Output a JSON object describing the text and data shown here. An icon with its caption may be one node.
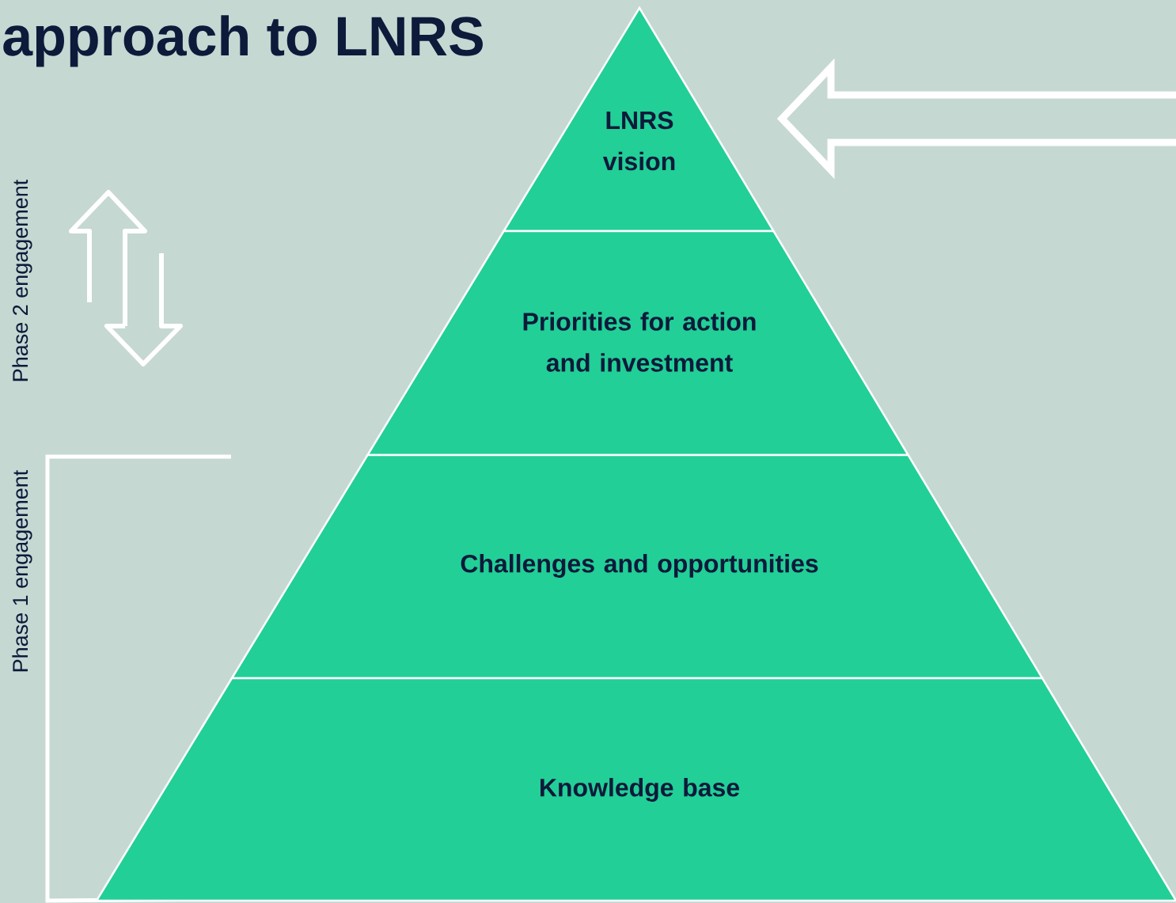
{
  "diagram": {
    "title": "approach to LNRS",
    "nodes": [
      {
        "text": [
          "LNRS vision"
        ]
      },
      {
        "text": [
          "Priorities for action and investment"
        ]
      },
      {
        "text": [
          "Challenges and opportunities"
        ]
      },
      {
        "text": [
          "Knowledge base"
        ]
      }
    ],
    "labels": [
      "Phase 2 engagement",
      "Phase 1 engagement"
    ]
  }
}
